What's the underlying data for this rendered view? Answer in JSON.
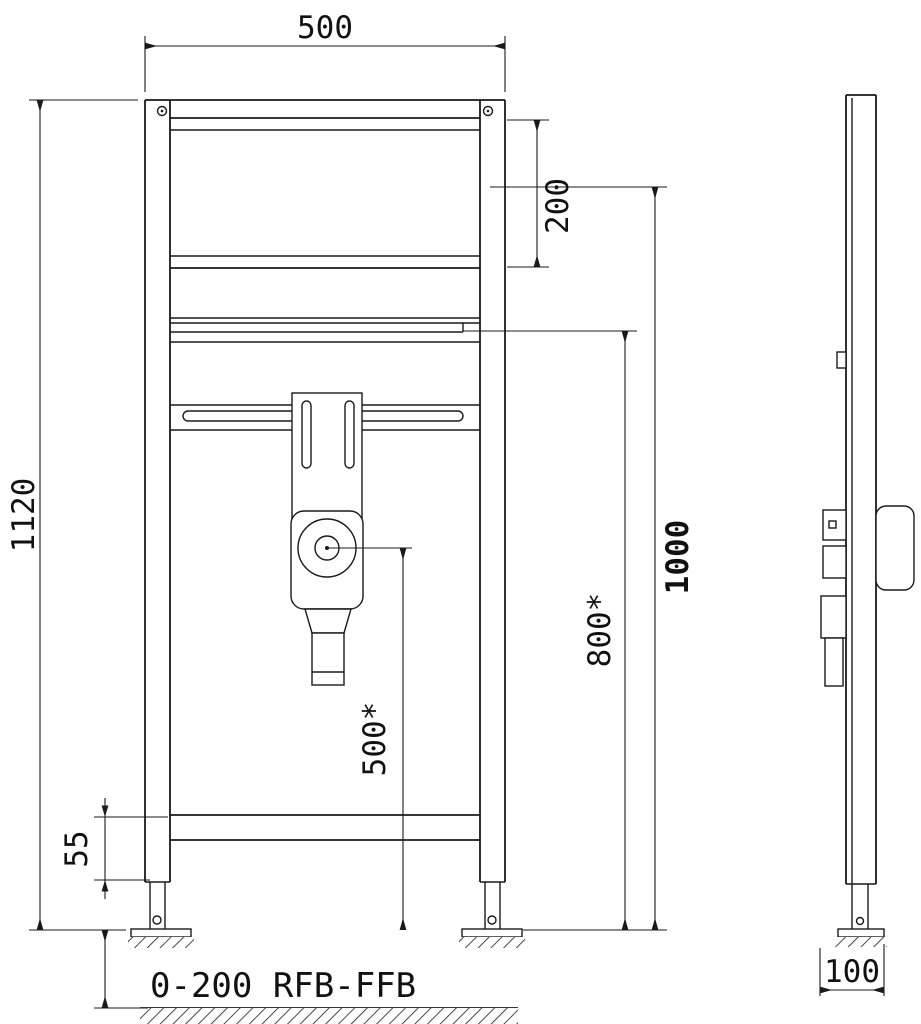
{
  "drawing": {
    "background": "#ffffff",
    "line_color": "#1a1a1a"
  },
  "dimensions": {
    "width_top": "500",
    "height_overall": "1120",
    "template_offset": "200",
    "height_rail": "1000",
    "height_fixing": "800*",
    "height_drain": "500*",
    "base_profile": "55",
    "floor_range": "0-200 RFB-FFB",
    "depth": "100"
  }
}
